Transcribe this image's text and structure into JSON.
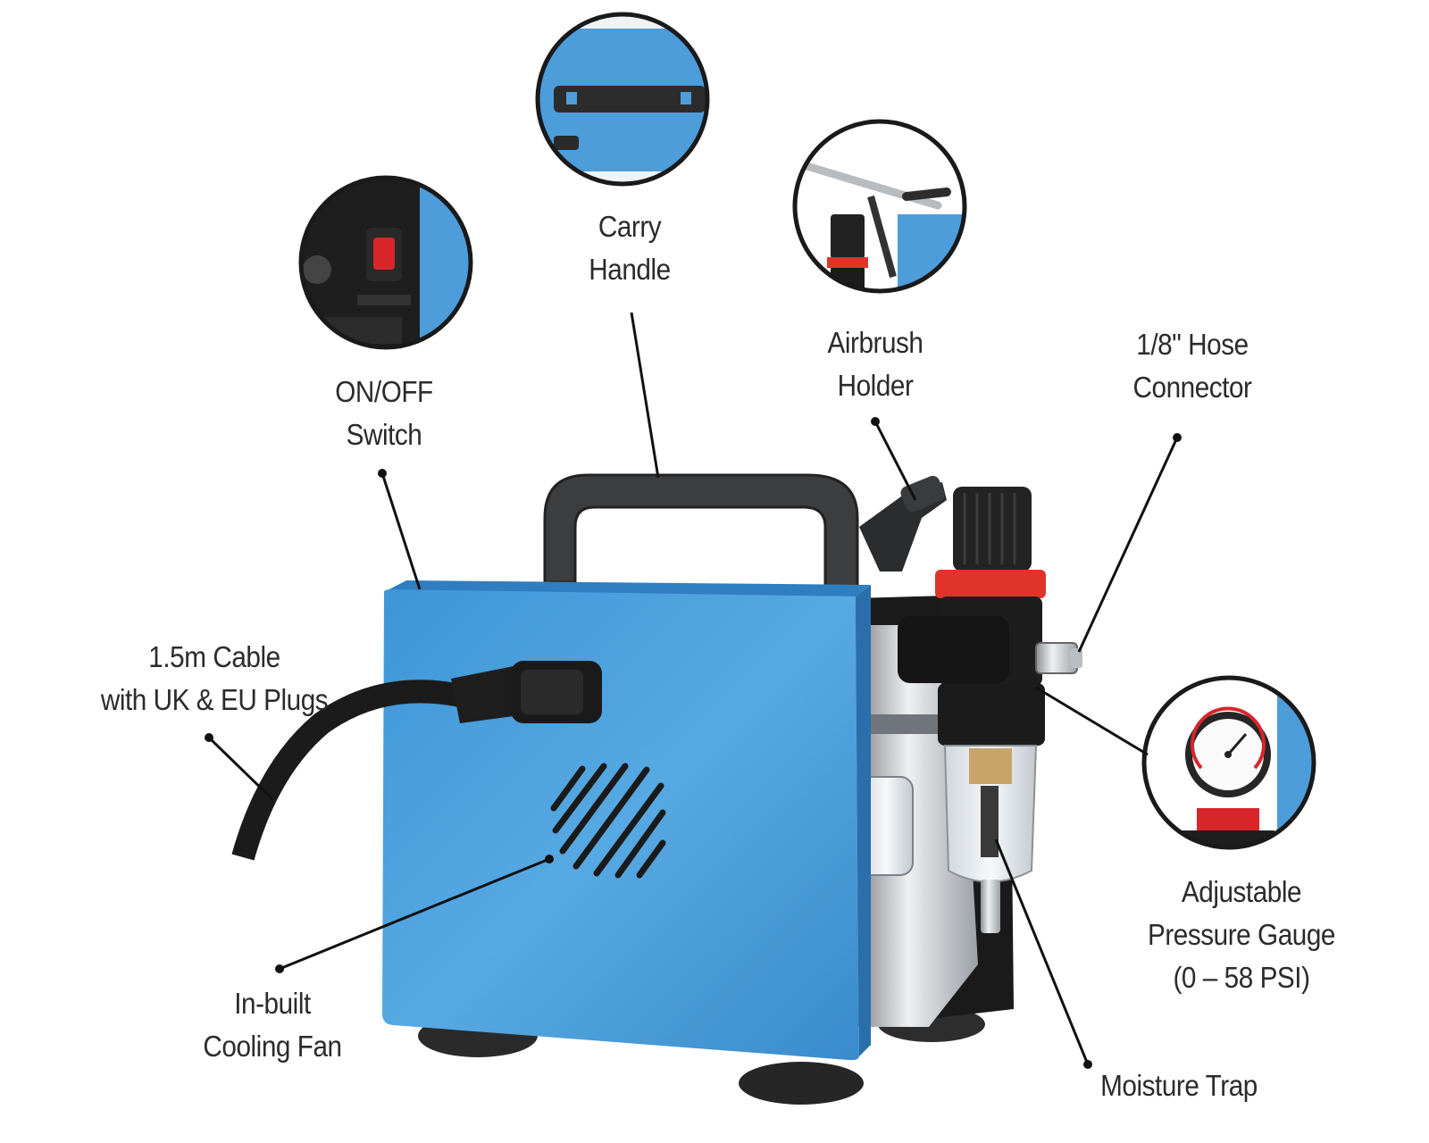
{
  "colors": {
    "body_blue": "#4fa2de",
    "body_blue_dark": "#2f82c2",
    "plastic_black": "#1e1e1e",
    "chrome": "#c9ccd0",
    "accent_red": "#e0342a",
    "leader_line": "#111111",
    "label_text": "#2b2b2b"
  },
  "labels": {
    "carry_handle": [
      "Carry",
      "Handle"
    ],
    "on_off_switch": [
      "ON/OFF",
      "Switch"
    ],
    "airbrush_holder": [
      "Airbrush",
      "Holder"
    ],
    "hose_connector": [
      "1/8\" Hose",
      "Connector"
    ],
    "cable": [
      "1.5m Cable",
      "with UK & EU Plugs"
    ],
    "pressure_gauge": [
      "Adjustable",
      "Pressure Gauge",
      "(0 – 58 PSI)"
    ],
    "cooling_fan": [
      "In-built",
      "Cooling Fan"
    ],
    "moisture_trap": [
      "Moisture Trap"
    ]
  },
  "insets": [
    {
      "name": "carry-handle-inset",
      "depicts": "handle-closeup"
    },
    {
      "name": "on-off-switch-inset",
      "depicts": "rocker-switch-closeup"
    },
    {
      "name": "airbrush-holder-inset",
      "depicts": "airbrush-closeup"
    },
    {
      "name": "pressure-gauge-inset",
      "depicts": "gauge-closeup"
    }
  ]
}
